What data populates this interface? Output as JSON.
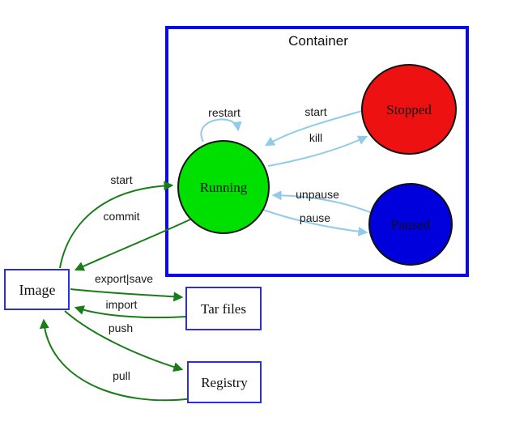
{
  "title": "Container",
  "colors": {
    "background": "#ffffff",
    "container_border": "#0a0ae6",
    "node_border": "#2e2ed6",
    "node_fill": "#ffffff",
    "state_outline": "#111111",
    "running_fill": "#00e000",
    "stopped_fill": "#ee1111",
    "paused_fill": "#0000dd",
    "state_arrow": "#92cbe9",
    "action_arrow": "#187c18"
  },
  "states": {
    "running": "Running",
    "stopped": "Stopped",
    "paused": "Paused"
  },
  "nodes": {
    "image": "Image",
    "tar_files": "Tar files",
    "registry": "Registry"
  },
  "transitions": {
    "restart": "restart",
    "start_stopped_to_running": "start",
    "kill": "kill",
    "unpause": "unpause",
    "pause": "pause",
    "start_image_to_running": "start",
    "commit": "commit",
    "export_save": "export|save",
    "import": "import",
    "push": "push",
    "pull": "pull"
  }
}
